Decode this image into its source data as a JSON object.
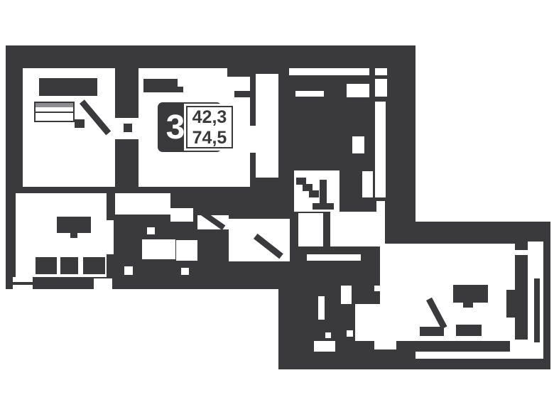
{
  "plan": {
    "name": "apartment-floor-plan",
    "badge": {
      "unit_number": "3",
      "area_value_top": "42,3",
      "area_value_bottom": "74,5"
    },
    "colors": {
      "wall": "#3A3A3D",
      "background": "#FFFFFF",
      "furniture_top_strip": "#8E8E90",
      "badge_number_text": "#FFFFFF",
      "area_text": "#3A3A3D",
      "area_table_background": "#FFFFFF"
    }
  }
}
